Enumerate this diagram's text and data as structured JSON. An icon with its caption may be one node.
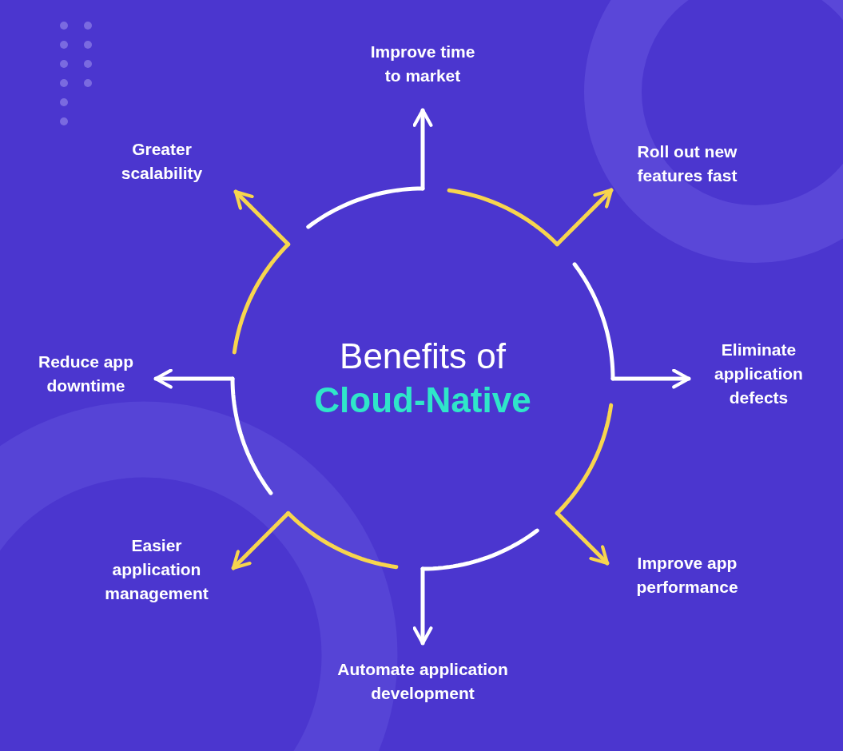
{
  "diagram": {
    "nodes": [
      {
        "text": [
          "Benefits of",
          "Cloud-Native"
        ]
      },
      {
        "text": [
          "Improve time to market"
        ]
      },
      {
        "text": [
          "Roll out new features fast"
        ]
      },
      {
        "text": [
          "Eliminate application defects"
        ]
      },
      {
        "text": [
          "Improve app performance"
        ]
      },
      {
        "text": [
          "Automate application development"
        ]
      },
      {
        "text": [
          "Easier application management"
        ]
      },
      {
        "text": [
          "Reduce app downtime"
        ]
      },
      {
        "text": [
          "Greater scalability"
        ]
      }
    ],
    "edges": [
      {
        "from": 0,
        "to": 1,
        "arrow": "to"
      },
      {
        "from": 0,
        "to": 2,
        "arrow": "to",
        "color": "#f7d54e"
      },
      {
        "from": 0,
        "to": 3,
        "arrow": "to"
      },
      {
        "from": 0,
        "to": 4,
        "arrow": "to",
        "color": "#f7d54e"
      },
      {
        "from": 0,
        "to": 5,
        "arrow": "to"
      },
      {
        "from": 0,
        "to": 6,
        "arrow": "to",
        "color": "#f7d54e"
      },
      {
        "from": 0,
        "to": 7,
        "arrow": "to"
      },
      {
        "from": 0,
        "to": 8,
        "arrow": "to",
        "color": "#f7d54e"
      }
    ]
  }
}
